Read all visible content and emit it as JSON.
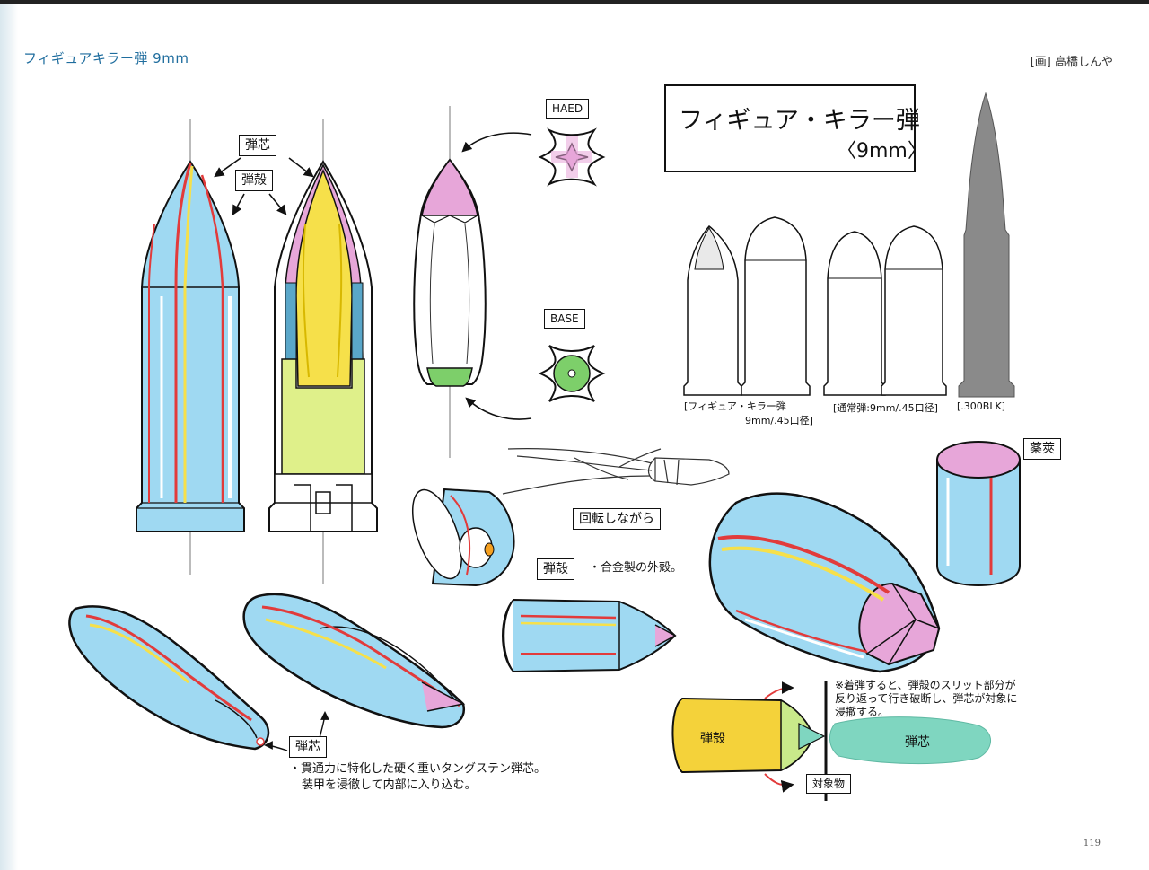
{
  "header": {
    "running_title": "フィギュアキラー弾 9mm",
    "credit": "[画] 高橋しんや"
  },
  "title": {
    "main": "フィギュア・キラー弾",
    "sub": "〈9mm〉"
  },
  "labels": {
    "core": "弾芯",
    "shell": "弾殻",
    "head": "HAED",
    "base": "BASE",
    "casing": "薬莢",
    "rotating": "回転しながら",
    "target": "対象物"
  },
  "notes": {
    "shell_note": "・合金製の外殻。",
    "core_note_line1": "・貫通力に特化した硬く重いタングステン弾芯。",
    "core_note_line2": "装甲を浸徹して内部に入り込む。",
    "impact_line1": "※着弾すると、弾殻のスリット部分が",
    "impact_line2": "反り返って行き破断し、弾芯が対象に",
    "impact_line3": "浸撤する。"
  },
  "comparison": {
    "figure_killer_line1": "[フィギュア・キラー弾",
    "figure_killer_line2": "9mm/.45口径]",
    "normal": "[通常弾:9mm/.45口径]",
    "blk": "[.300BLK]"
  },
  "footer": {
    "page_number": "119"
  },
  "colors": {
    "blue": "#8fd3f0",
    "red": "#e23b3b",
    "yellow": "#f6e04a",
    "pink": "#e7a6d9",
    "green": "#7dcf6a",
    "teal": "#7fd6c0",
    "gray": "#8a8a8a"
  }
}
